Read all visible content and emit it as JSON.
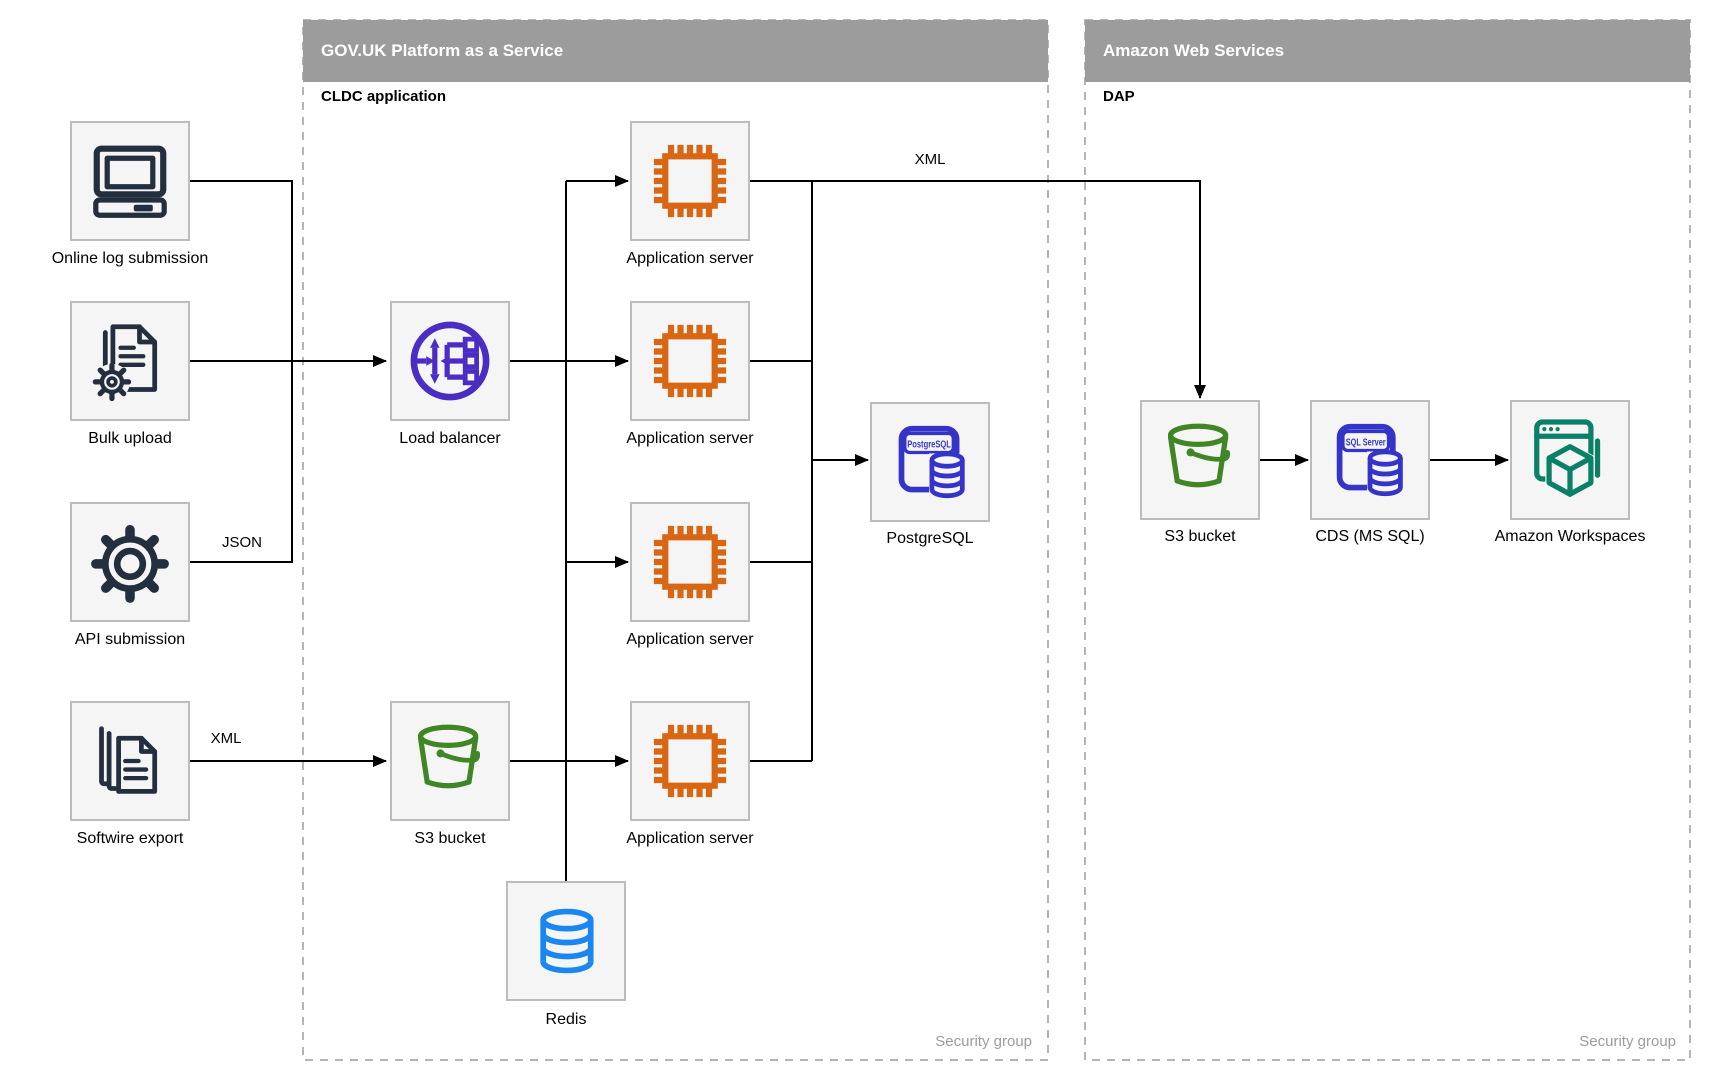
{
  "containers": {
    "govuk": {
      "title": "GOV.UK Platform as a Service",
      "sublabel": "CLDC application",
      "footer": "Security group"
    },
    "aws": {
      "title": "Amazon Web Services",
      "sublabel": "DAP",
      "footer": "Security group"
    }
  },
  "nodes": {
    "online_log": {
      "label": "Online log submission",
      "icon": "desktop-computer"
    },
    "bulk_upload": {
      "label": "Bulk upload",
      "icon": "document-gear"
    },
    "api_submission": {
      "label": "API submission",
      "icon": "gear"
    },
    "softwire_export": {
      "label": "Softwire export",
      "icon": "documents-stack"
    },
    "load_balancer": {
      "label": "Load balancer",
      "icon": "load-balancer"
    },
    "app_server_1": {
      "label": "Application server",
      "icon": "cpu-chip"
    },
    "app_server_2": {
      "label": "Application server",
      "icon": "cpu-chip"
    },
    "app_server_3": {
      "label": "Application server",
      "icon": "cpu-chip"
    },
    "app_server_4": {
      "label": "Application server",
      "icon": "cpu-chip"
    },
    "postgresql": {
      "label": "PostgreSQL",
      "icon": "postgresql-database",
      "icon_text": "PostgreSQL"
    },
    "s3_mid": {
      "label": "S3 bucket",
      "icon": "s3-bucket"
    },
    "redis": {
      "label": "Redis",
      "icon": "database-cylinder"
    },
    "s3_aws": {
      "label": "S3 bucket",
      "icon": "s3-bucket"
    },
    "cds": {
      "label": "CDS (MS SQL)",
      "icon": "sql-server-database",
      "icon_text": "SQL Server"
    },
    "workspaces": {
      "label": "Amazon Workspaces",
      "icon": "workspaces-window"
    }
  },
  "edges": {
    "api_json": "JSON",
    "softwire_xml": "XML",
    "appserver_xml": "XML"
  },
  "colors": {
    "header_gray": "#9c9c9c",
    "box_fill": "#f5f5f5",
    "box_border": "#bcbcbc",
    "dashed_border": "#b5b5b5",
    "edge_black": "#000000",
    "icon_navy": "#232f3e",
    "icon_purple": "#4c2dc4",
    "icon_orange": "#d86613",
    "icon_green": "#3f8624",
    "icon_indigo": "#3434c9",
    "icon_azure": "#1a87f0",
    "icon_teal": "#0a8066"
  }
}
